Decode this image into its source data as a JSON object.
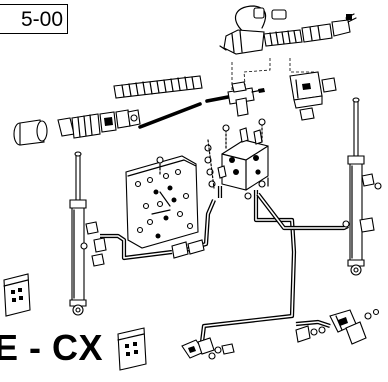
{
  "labels": {
    "part_number": "5-00",
    "model_code": "E - CX"
  },
  "icons": {
    "bag": "bag-of-small-parts",
    "cylinder": "hydraulic-cylinder",
    "valve": "control-valve",
    "plate": "valve-plate",
    "spring": "coil-spring",
    "solenoid": "solenoid-valve",
    "hose": "hydraulic-hose",
    "fitting": "fitting"
  }
}
